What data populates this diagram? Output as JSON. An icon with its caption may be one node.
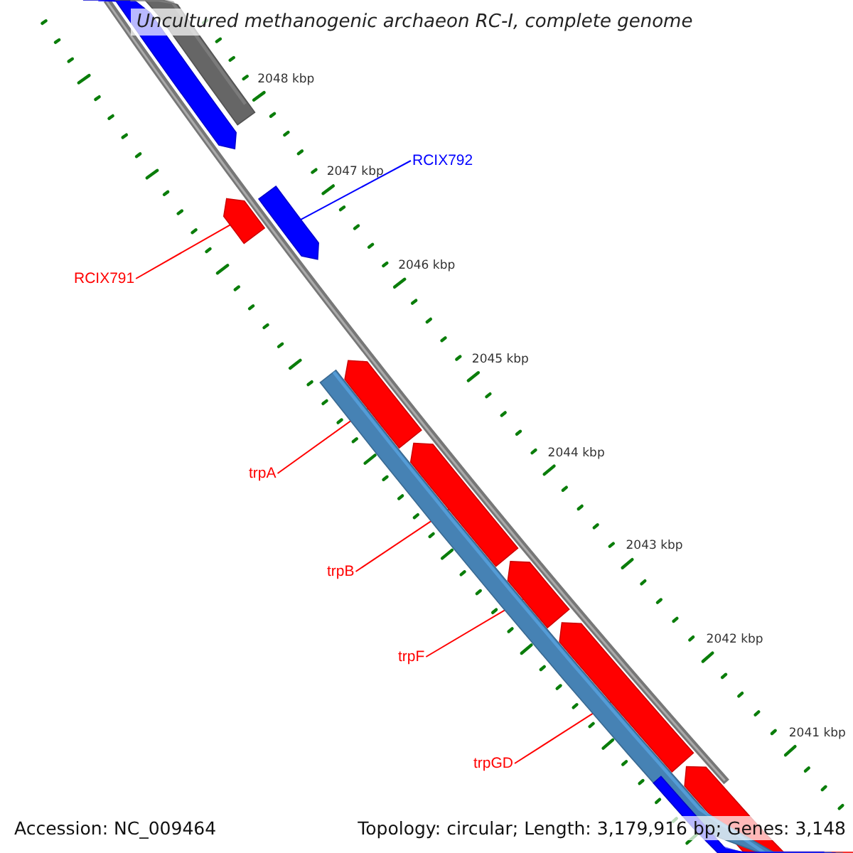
{
  "diagram": {
    "title": "Uncultured methanogenic archaeon RC-I, complete genome",
    "nodes": [
      {
        "text": [
          "RCIX792"
        ]
      },
      {
        "text": [
          "RCIX791"
        ]
      },
      {
        "text": [
          "trpA"
        ]
      },
      {
        "text": [
          "trpB"
        ]
      },
      {
        "text": [
          "trpF"
        ]
      },
      {
        "text": [
          "trpGD"
        ]
      },
      {
        "text": [],
        "shape": "bar"
      },
      {
        "text": [],
        "shape": "bar"
      },
      {
        "text": [],
        "shape": "bar"
      },
      {
        "text": [],
        "shape": "bar"
      },
      {
        "text": [],
        "shape": "bar"
      },
      {
        "text": [],
        "shape": "bar"
      }
    ],
    "edges": [
      {
        "from": 0,
        "to": 6,
        "arrow": "none",
        "color": "#0000ff"
      },
      {
        "from": 1,
        "to": 7,
        "arrow": "none"
      },
      {
        "from": 2,
        "to": 8,
        "arrow": "none"
      },
      {
        "from": 3,
        "to": 9,
        "arrow": "none"
      },
      {
        "from": 4,
        "to": 10,
        "arrow": "none"
      },
      {
        "from": 5,
        "to": 11,
        "arrow": "none"
      }
    ],
    "labels": [
      "2048 kbp",
      "2047 kbp",
      "2046 kbp",
      "2045 kbp",
      "2044 kbp",
      "2043 kbp",
      "2042 kbp",
      "2041 kbp",
      "Accession: NC_009464",
      "Topology: circular; Length: 3,179,916 bp; Genes: 3,148"
    ]
  }
}
